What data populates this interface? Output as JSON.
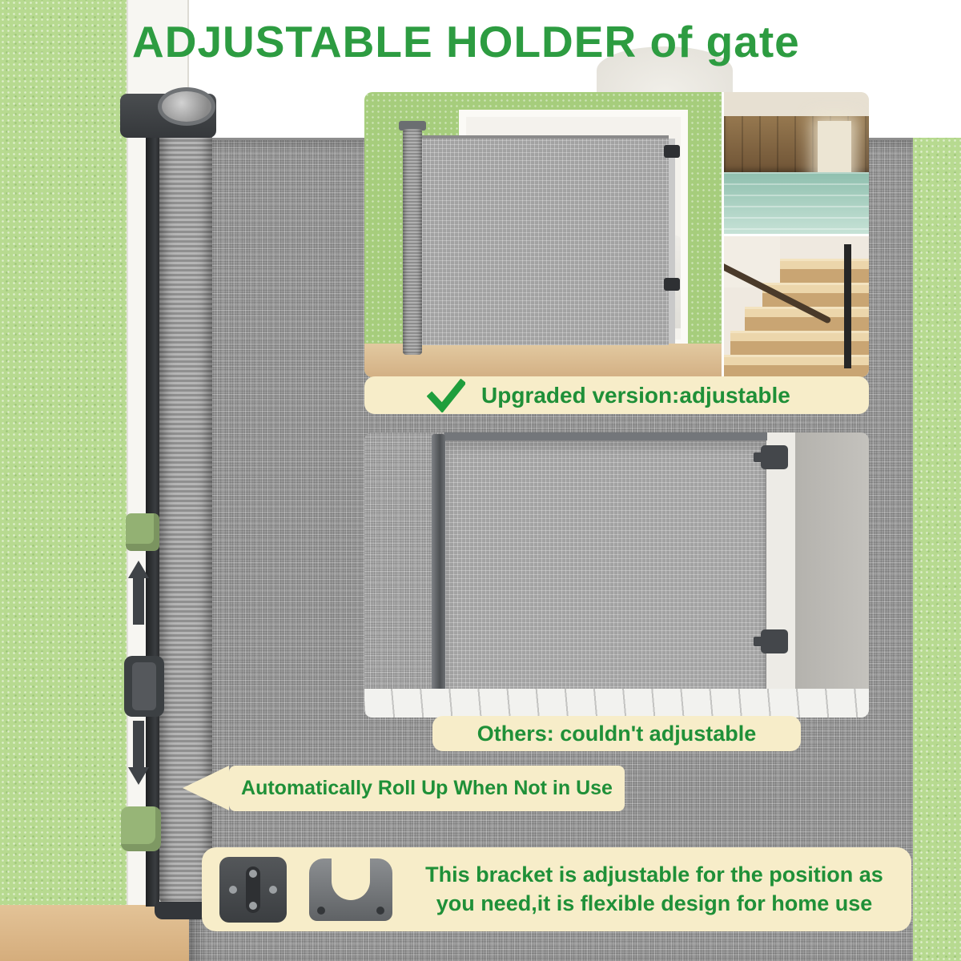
{
  "title": "ADJUSTABLE HOLDER of gate",
  "banners": {
    "upgraded": {
      "text": "Upgraded version:adjustable"
    },
    "others": {
      "text": "Others: couldn't adjustable"
    },
    "rollup": {
      "text": "Automatically Roll Up When Not in Use"
    },
    "bracket_info": {
      "line1": "This bracket is adjustable for the position as",
      "line2": "you need,it is flexible design for home use"
    }
  },
  "icons": {
    "checkmark": "✓",
    "arrow_up": "▲",
    "arrow_down": "▼",
    "arrow_left": "◀"
  },
  "colors": {
    "title_green": "#2d9c41",
    "text_green": "#1f9038",
    "banner_cream": "#f7edc9",
    "wall_green": "#b7da90",
    "mesh_gray": "#9a9a9a",
    "bracket_dark": "#3f4347"
  }
}
